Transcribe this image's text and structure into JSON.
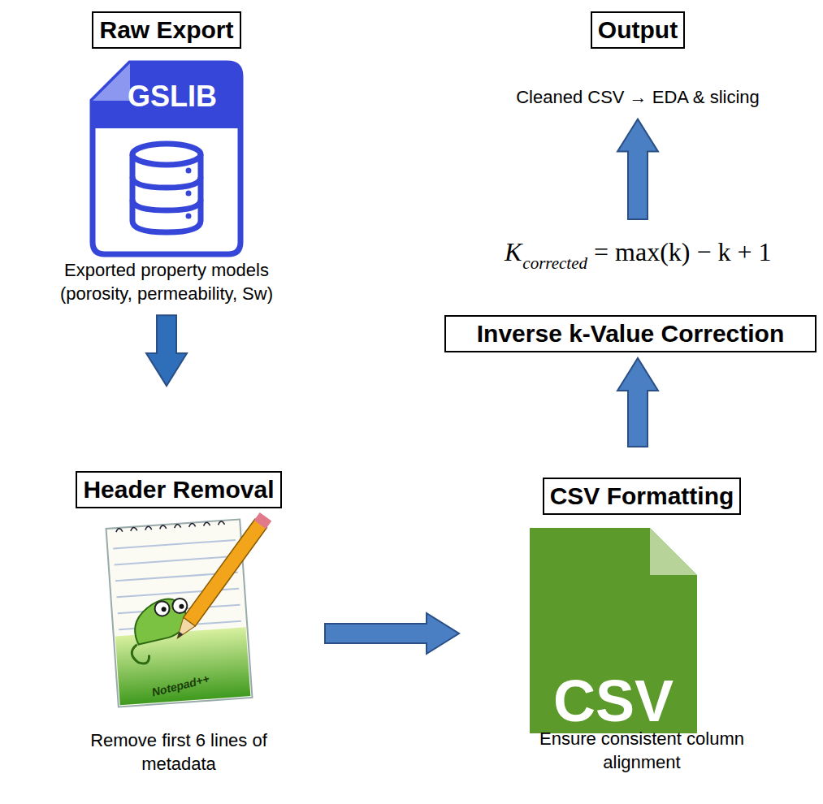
{
  "diagram": {
    "nodes": [
      {
        "text": [
          "Raw Export",
          "Exported property models (porosity, permeability, Sw)"
        ]
      },
      {
        "text": [
          "Header Removal",
          "Remove first 6 lines of metadata"
        ]
      },
      {
        "text": [
          "CSV Formatting",
          "Ensure consistent column alignment"
        ]
      },
      {
        "text": [
          "Inverse k-Value Correction"
        ]
      },
      {
        "text": [
          "Output",
          "Cleaned CSV → EDA & slicing"
        ]
      }
    ],
    "edges": [
      {
        "from": 0,
        "to": 1,
        "arrow": "to"
      },
      {
        "from": 1,
        "to": 2,
        "arrow": "to"
      },
      {
        "from": 2,
        "to": 3,
        "arrow": "to"
      },
      {
        "from": 3,
        "to": 4,
        "arrow": "to"
      }
    ],
    "labels": [
      "GSLIB",
      "Notepad++",
      "K",
      "corrected",
      "= max(k) − k + 1",
      "CSV"
    ]
  }
}
